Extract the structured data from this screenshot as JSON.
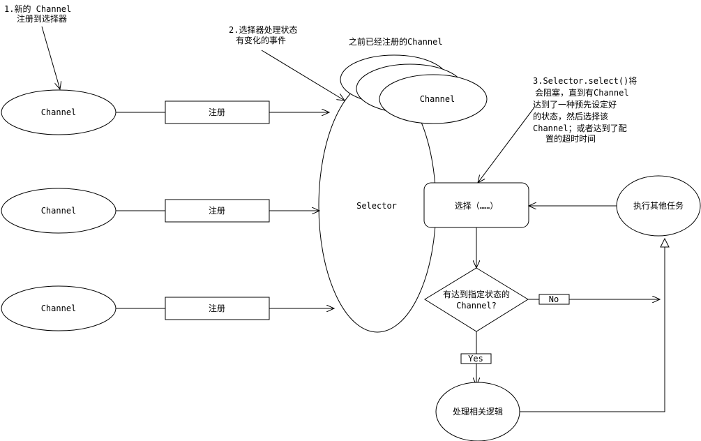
{
  "annotations": {
    "step1": [
      "1.新的 Channel",
      "注册到选择器"
    ],
    "step2": [
      "2.选择器处理状态",
      "有变化的事件"
    ],
    "step3": [
      "3.Selector.select()将",
      "会阻塞，直到有Channel",
      "达到了一种预先设定好",
      "的状态，然后选择该",
      "Channel；或者达到了配",
      "置的超时时间"
    ],
    "registered_channels": "之前已经注册的Channel"
  },
  "channels": [
    {
      "label": "Channel",
      "register_label": "注册"
    },
    {
      "label": "Channel",
      "register_label": "注册"
    },
    {
      "label": "Channel",
      "register_label": "注册"
    }
  ],
  "stacked_channel": "Channel",
  "selector": "Selector",
  "select_box": "选择（……）",
  "other_tasks": "执行其他任务",
  "decision": [
    "有达到指定状态的",
    "Channel?"
  ],
  "no_label": "No",
  "yes_label": "Yes",
  "handle_logic": "处理相关逻辑"
}
